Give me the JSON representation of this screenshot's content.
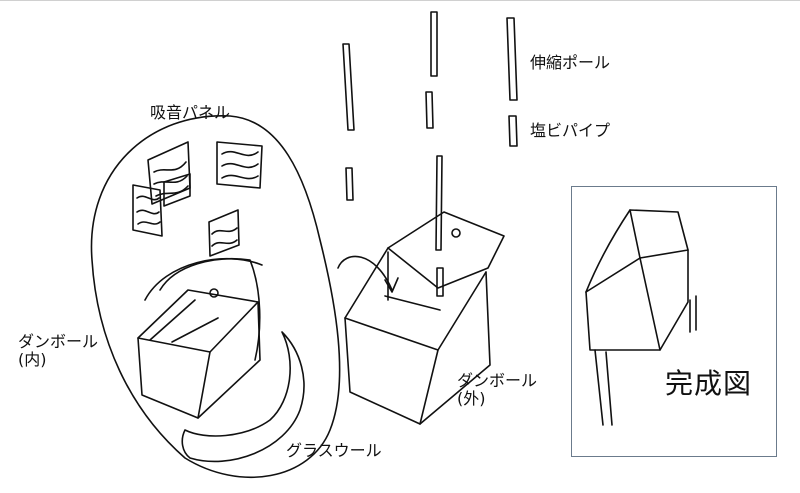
{
  "labels": {
    "extension_pole": "伸縮ポール",
    "pvc_pipe": "塩ビパイプ",
    "sound_panel": "吸音パネル",
    "cardboard_inner_line1": "ダンボール",
    "cardboard_inner_line2": "(内)",
    "cardboard_outer_line1": "ダンボール",
    "cardboard_outer_line2": "(外)",
    "glass_wool": "グラスウール",
    "completed_view": "完成図"
  },
  "colors": {
    "ink": "#111111",
    "frame_border": "#6b7b8c",
    "background": "#ffffff"
  }
}
